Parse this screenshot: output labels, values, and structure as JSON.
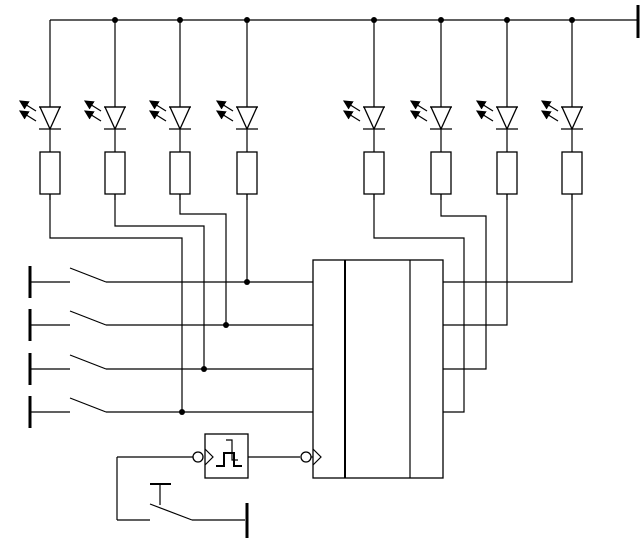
{
  "diagram": {
    "background": "#ffffff",
    "stroke_color": "#000000",
    "led_channels": 8,
    "switch_inputs": 4,
    "components": {
      "leds": "light-emitting-diode",
      "resistors": "resistor",
      "switches": "normally-open-switch",
      "pulse_generator": "single-pulse-block",
      "push_button": "push-button-switch",
      "logic_block": "three-section-logic-block"
    }
  }
}
